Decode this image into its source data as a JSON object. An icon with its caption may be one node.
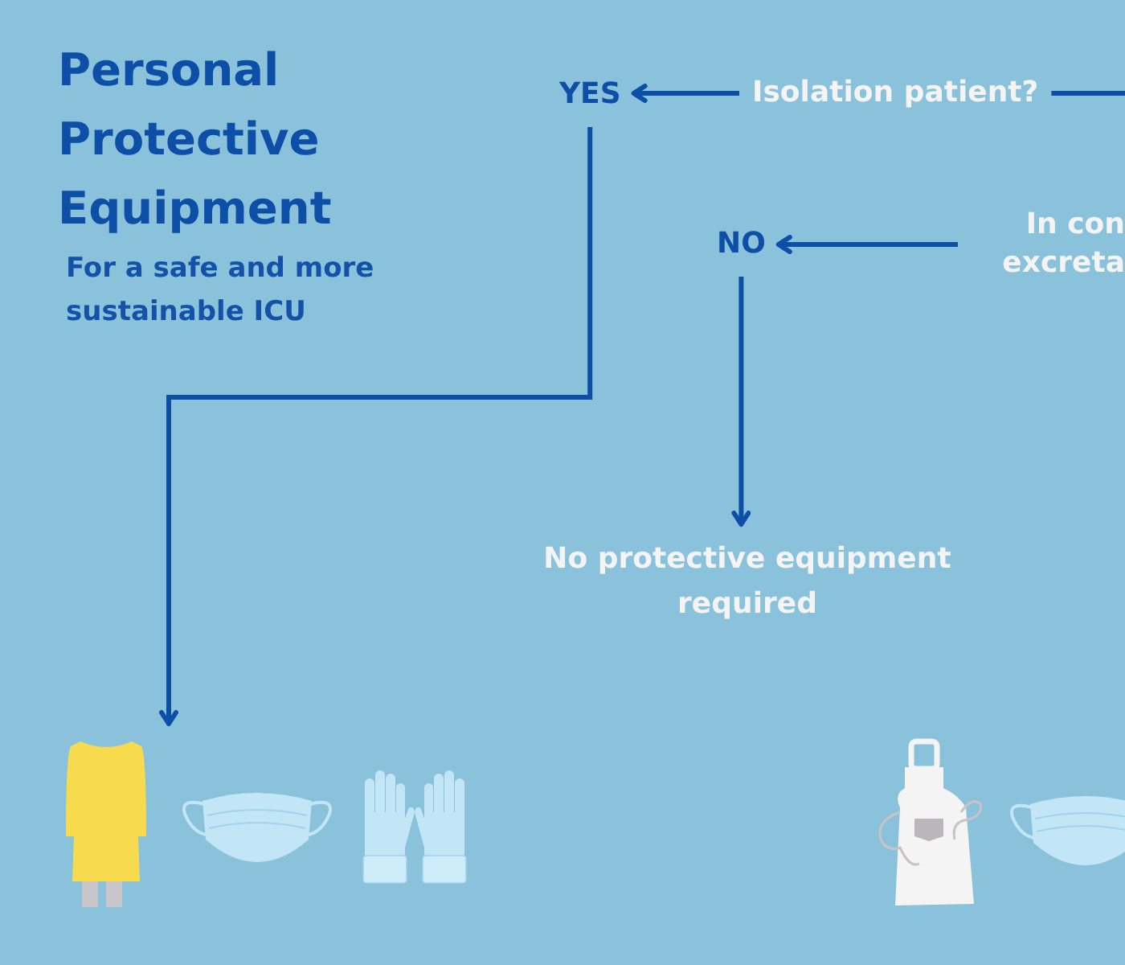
{
  "diagram": {
    "title": "Personal Protective Equipment",
    "nodes": [
      {
        "text": [
          "YES"
        ]
      },
      {
        "text": [
          "Isolation patient?"
        ]
      },
      {
        "text": [
          "NO"
        ]
      },
      {
        "text": [
          "In con excreta"
        ]
      },
      {
        "text": [
          "No protective equipment required"
        ]
      },
      {
        "text": [],
        "shape": "picture"
      }
    ],
    "edges": [
      {
        "from": 1,
        "to": 0,
        "arrow": "to"
      },
      {
        "from": 1,
        "to": null,
        "arrow": "none"
      },
      {
        "from": 3,
        "to": 2,
        "arrow": "to"
      },
      {
        "from": 2,
        "to": 4,
        "arrow": "to"
      },
      {
        "from": 0,
        "to": 5,
        "arrow": "to"
      }
    ],
    "labels": [
      "For a safe and more sustainable ICU"
    ]
  }
}
